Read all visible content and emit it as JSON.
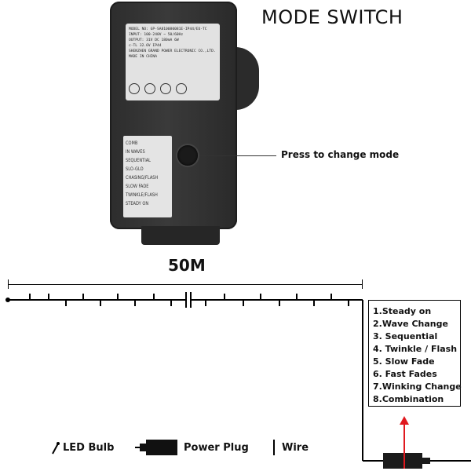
{
  "title": "MODE SWITCH",
  "adapter": {
    "spec_lines": [
      "MODEL NO: GP-SA810080081E-IP44/EU-TC",
      "INPUT: 100-240V ~ 50/60Hz",
      "OUTPUT: 31V DC 180mA 6W",
      "c-TL 32.6V IP44"
    ],
    "maker_lines": [
      "SHENZHEN GRAND POWER ELECTRONIC CO.,LTD.",
      "MADE IN CHINA"
    ],
    "mode_label_lines": [
      "COMB",
      "IN WAVES",
      "SEQUENTIAL",
      "SLO-GLO",
      "CHASING/FLASH",
      "SLOW FADE",
      "TWINKLE/FLASH",
      "STEADY ON"
    ]
  },
  "callout": {
    "press_text": "Press to change mode"
  },
  "length_label": "50M",
  "modes": [
    "1.Steady on",
    "2.Wave Change",
    "3. Sequential",
    "4. Twinkle / Flash",
    "5. Slow Fade",
    "6. Fast Fades",
    "7.Winking Change",
    "8.Combination"
  ],
  "legend": {
    "led_bulb": "LED Bulb",
    "power_plug": "Power Plug",
    "wire": "Wire"
  },
  "colors": {
    "adapter": "#2d2d2d",
    "arrow": "#e0191f"
  }
}
